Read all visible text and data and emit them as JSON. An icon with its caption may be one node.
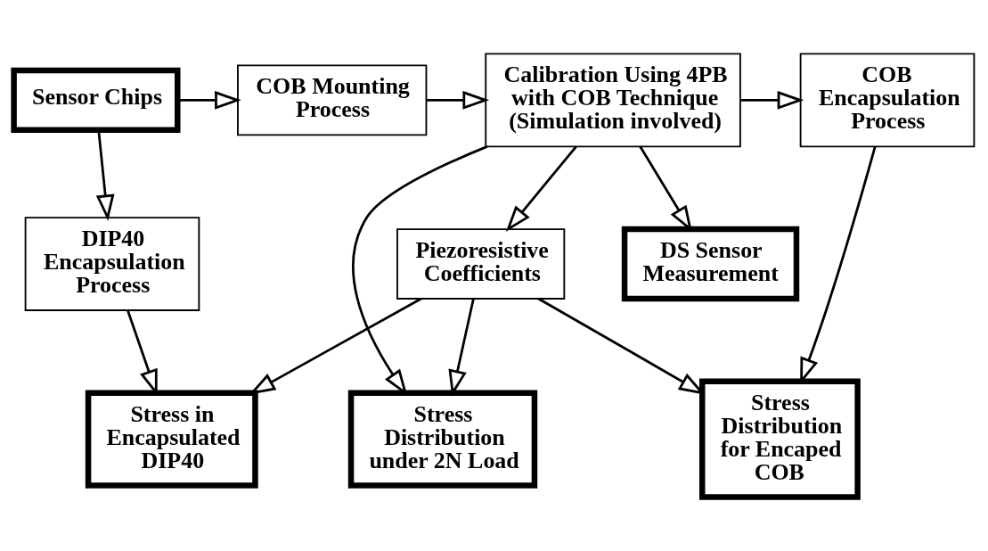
{
  "diagram": {
    "nodes": [
      {
        "text": [
          "Sensor Chips"
        ]
      },
      {
        "text": [
          "COB Mounting Process"
        ]
      },
      {
        "text": [
          "Calibration Using 4PB with COB Technique (Simulation involved)"
        ]
      },
      {
        "text": [
          "COB Encapsulation Process"
        ]
      },
      {
        "text": [
          "DIP40 Encapsulation Process"
        ]
      },
      {
        "text": [
          "DS Sensor Measurement"
        ]
      },
      {
        "text": [
          "Piezoresistive Coefficients"
        ]
      },
      {
        "text": [
          "Stress Distribution under 2N Load"
        ]
      },
      {
        "text": [
          "Stress Distribution for Encaped COB"
        ]
      },
      {
        "text": [
          "Stress in Encapsulated DIP40"
        ]
      }
    ],
    "edges": [
      {
        "from": 0,
        "to": 1,
        "arrow": "to"
      },
      {
        "from": 1,
        "to": 2,
        "arrow": "to"
      },
      {
        "from": 2,
        "to": 3,
        "arrow": "to"
      },
      {
        "from": 0,
        "to": 4,
        "arrow": "to"
      },
      {
        "from": 2,
        "to": 5,
        "arrow": "to"
      },
      {
        "from": 2,
        "to": 7,
        "arrow": "to"
      },
      {
        "from": 2,
        "to": 6,
        "arrow": "to"
      },
      {
        "from": 3,
        "to": 8,
        "arrow": "to"
      },
      {
        "from": 4,
        "to": 9,
        "arrow": "to"
      },
      {
        "from": 6,
        "to": 7,
        "arrow": "to"
      },
      {
        "from": 6,
        "to": 8,
        "arrow": "to"
      },
      {
        "from": 6,
        "to": 9,
        "arrow": "to"
      }
    ]
  }
}
